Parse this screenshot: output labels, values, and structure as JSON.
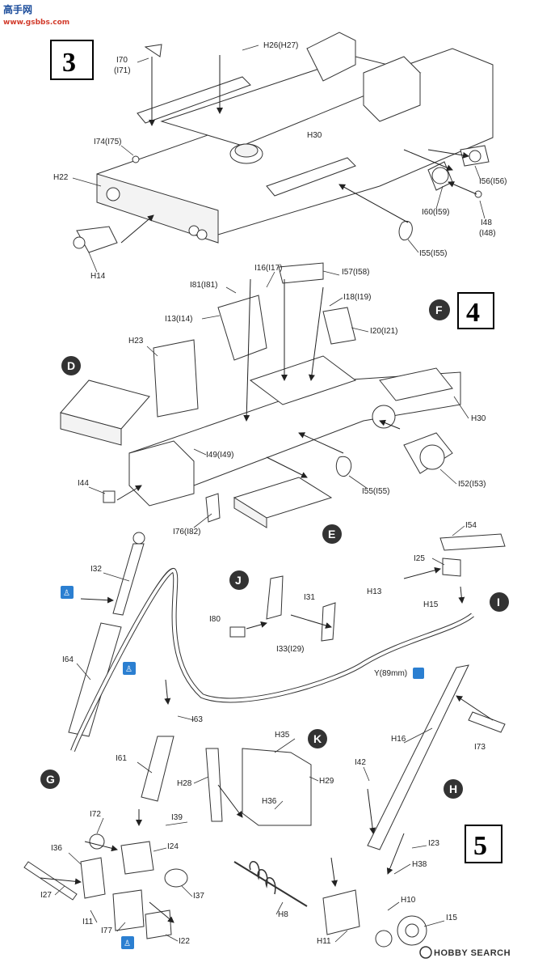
{
  "watermark": {
    "site_cn": "高手网",
    "site_url": "www.gsbbs.com",
    "brand": "HOBBY SEARCH"
  },
  "steps": {
    "s3": "3",
    "s4": "4",
    "s5": "5"
  },
  "callouts": {
    "D": "D",
    "E": "E",
    "F": "F",
    "G": "G",
    "H": "H",
    "I": "I",
    "J": "J",
    "K": "K"
  },
  "labels": {
    "I70": "I70",
    "I71": "(I71)",
    "H26": "H26(H27)",
    "I74": "I74(I75)",
    "H30a": "H30",
    "H22": "H22",
    "I56": "I56(I56)",
    "I60": "I60(I59)",
    "I48": "I48",
    "I48b": "(I48)",
    "I55a": "I55(I55)",
    "H14": "H14",
    "I16": "I16(I17)",
    "I57": "I57(I58)",
    "I81": "I81(I81)",
    "I18": "I18(I19)",
    "I13": "I13(I14)",
    "I20": "I20(I21)",
    "H23": "H23",
    "H30b": "H30",
    "I49": "I49(I49)",
    "I52": "I52(I53)",
    "I44": "I44",
    "I55b": "I55(I55)",
    "I76": "I76(I82)",
    "I54": "I54",
    "I25": "I25",
    "H13": "H13",
    "H15": "H15",
    "I32": "I32",
    "I80": "I80",
    "I31": "I31",
    "I33": "I33(I29)",
    "I64": "I64",
    "Y": "Y(89mm)",
    "I63": "I63",
    "H35": "H35",
    "H16": "H16",
    "I73": "I73",
    "I61": "I61",
    "H28": "H28",
    "H29": "H29",
    "I42": "I42",
    "H36": "H36",
    "I72": "I72",
    "I39": "I39",
    "I36": "I36",
    "I24": "I24",
    "I23": "I23",
    "H38": "H38",
    "I27": "I27",
    "I37": "I37",
    "H10": "H10",
    "I11": "I11",
    "H8": "H8",
    "I15": "I15",
    "I77": "I77",
    "I22": "I22",
    "H11": "H11"
  }
}
